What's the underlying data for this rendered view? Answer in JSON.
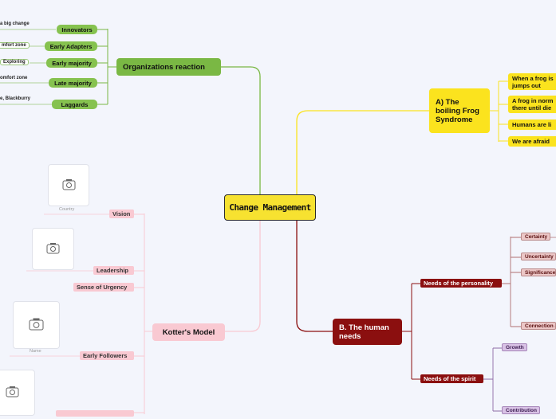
{
  "center": {
    "label": "Change Management"
  },
  "organizations": {
    "label": "Organizations reaction",
    "items": [
      {
        "label": "Innovators",
        "note": "a big change"
      },
      {
        "label": "Early Adapters",
        "note": "mfort zone"
      },
      {
        "label": "Early majority",
        "note": "Exploring"
      },
      {
        "label": "Late majority",
        "note": "omfort zone"
      },
      {
        "label": "Laggards",
        "note": "e, Blackburry"
      }
    ]
  },
  "frog": {
    "label": "A) The boiling Frog Syndrome",
    "items": [
      {
        "label": "When a frog is jumps out"
      },
      {
        "label": "A frog in norm there until die"
      },
      {
        "label": "Humans are li"
      },
      {
        "label": "We are afraid"
      }
    ]
  },
  "human_needs": {
    "label": "B. The human needs",
    "personality": {
      "label": "Needs of the personality",
      "items": [
        {
          "label": "Certainty"
        },
        {
          "label": "Uncertainty"
        },
        {
          "label": "Significance"
        },
        {
          "label": "Connection a"
        }
      ]
    },
    "spirit": {
      "label": "Needs of the spirit",
      "items": [
        {
          "label": "Growth"
        },
        {
          "label": "Contribution"
        }
      ]
    }
  },
  "kotter": {
    "label": "Kotter's Model",
    "items": [
      {
        "label": "Vision",
        "caption": "Country"
      },
      {
        "label": "Leadership"
      },
      {
        "label": "Sense of Urgency"
      },
      {
        "label": "Early Followers",
        "caption": "Name"
      }
    ]
  },
  "colors": {
    "green": "#7ab844",
    "yellow": "#fbe31e",
    "red": "#8b0f0f",
    "pink": "#f9c9d2",
    "purple": "#d9c2e6"
  }
}
